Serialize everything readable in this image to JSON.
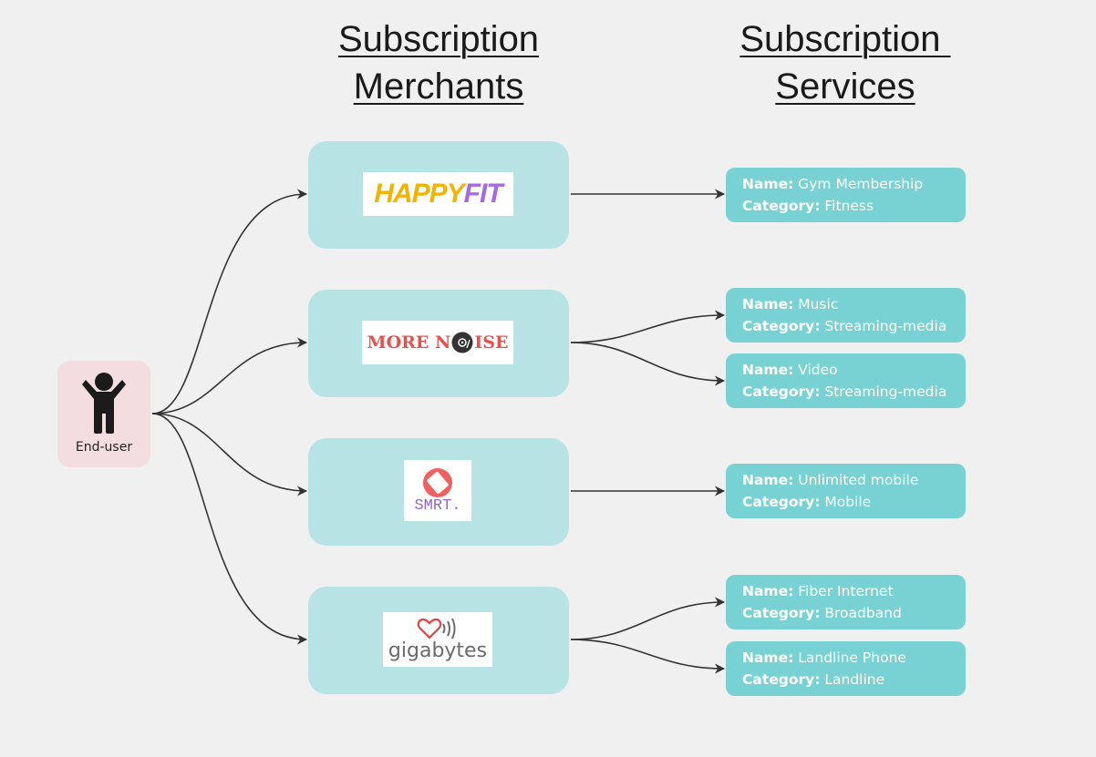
{
  "headings": {
    "merchants": [
      "Subscription",
      "Merchants"
    ],
    "services": [
      "Subscription ",
      "Services"
    ]
  },
  "end_user": {
    "label": "End-user",
    "icon": "person-arms-raised-icon"
  },
  "merchants": [
    {
      "id": "happyfit",
      "logo_text_left": "HAPPY",
      "logo_text_right": "FIT",
      "brand_colors": [
        "#f2b400",
        "#a868e0"
      ]
    },
    {
      "id": "morenoise",
      "logo_text_left": "MORE N",
      "logo_text_right": "ISE",
      "brand_colors": [
        "#e8504f",
        "#333333"
      ]
    },
    {
      "id": "smrt",
      "logo_text": "SMRT.",
      "brand_colors": [
        "#f06060",
        "#9068c0"
      ]
    },
    {
      "id": "gigabytes",
      "logo_text": "gigabytes",
      "brand_colors": [
        "#e84040",
        "#6b6b6b"
      ]
    }
  ],
  "services": [
    {
      "merchant": "happyfit",
      "name_label": "Name:",
      "name": "Gym Membership",
      "category_label": "Category:",
      "category": "Fitness"
    },
    {
      "merchant": "morenoise",
      "name_label": "Name:",
      "name": "Music",
      "category_label": "Category:",
      "category": "Streaming-media"
    },
    {
      "merchant": "morenoise",
      "name_label": "Name:",
      "name": "Video",
      "category_label": "Category:",
      "category": "Streaming-media"
    },
    {
      "merchant": "smrt",
      "name_label": "Name:",
      "name": "Unlimited mobile",
      "category_label": "Category:",
      "category": "Mobile"
    },
    {
      "merchant": "gigabytes",
      "name_label": "Name:",
      "name": "Fiber Internet",
      "category_label": "Category:",
      "category": "Broadband"
    },
    {
      "merchant": "gigabytes",
      "name_label": "Name:",
      "name": "Landline Phone",
      "category_label": "Category:",
      "category": "Landline"
    }
  ],
  "colors": {
    "background": "#f0f0f0",
    "end_user_box": "#f3dde0",
    "merchant_box": "#b8e3e4",
    "service_box": "#78d2d4",
    "edge": "#333333"
  }
}
